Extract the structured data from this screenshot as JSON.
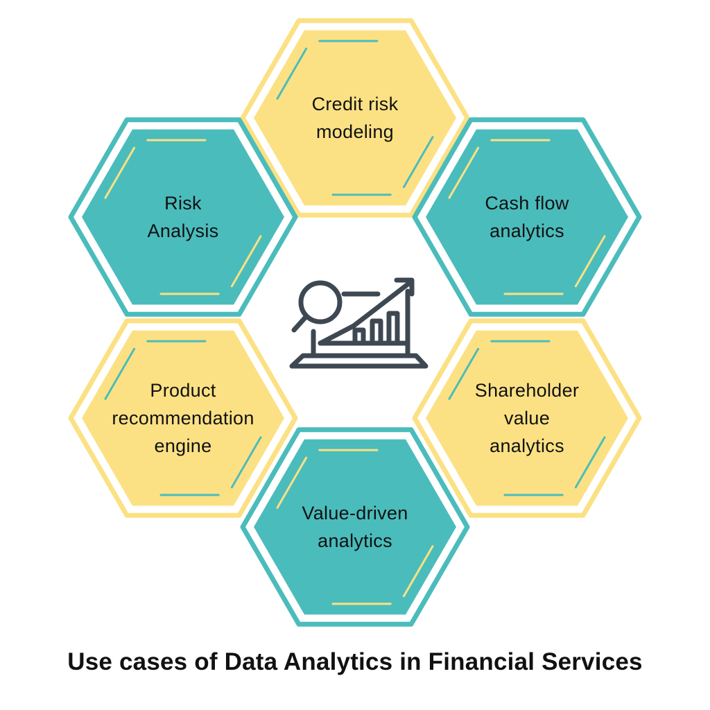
{
  "colors": {
    "teal": "#4BBCBC",
    "yellow": "#FCE184",
    "yellow_outline": "#FCE184",
    "teal_outline": "#4BBCBC",
    "icon": "#3E4852",
    "text": "#111111"
  },
  "hexagons": [
    {
      "id": "credit-risk",
      "lines": [
        "Credit risk",
        "modeling"
      ],
      "fill": "yellow"
    },
    {
      "id": "cash-flow",
      "lines": [
        "Cash flow",
        "analytics"
      ],
      "fill": "teal"
    },
    {
      "id": "shareholder",
      "lines": [
        "Shareholder",
        "value",
        "analytics"
      ],
      "fill": "yellow"
    },
    {
      "id": "value-driven",
      "lines": [
        "Value-driven",
        "analytics"
      ],
      "fill": "teal"
    },
    {
      "id": "product-rec",
      "lines": [
        "Product",
        "recommendation",
        "engine"
      ],
      "fill": "yellow"
    },
    {
      "id": "risk-analysis",
      "lines": [
        "Risk",
        "Analysis"
      ],
      "fill": "teal"
    }
  ],
  "center_icon": "analytics-chart-magnifier-icon",
  "footer": {
    "title": "Use cases of Data Analytics in Financial Services"
  }
}
